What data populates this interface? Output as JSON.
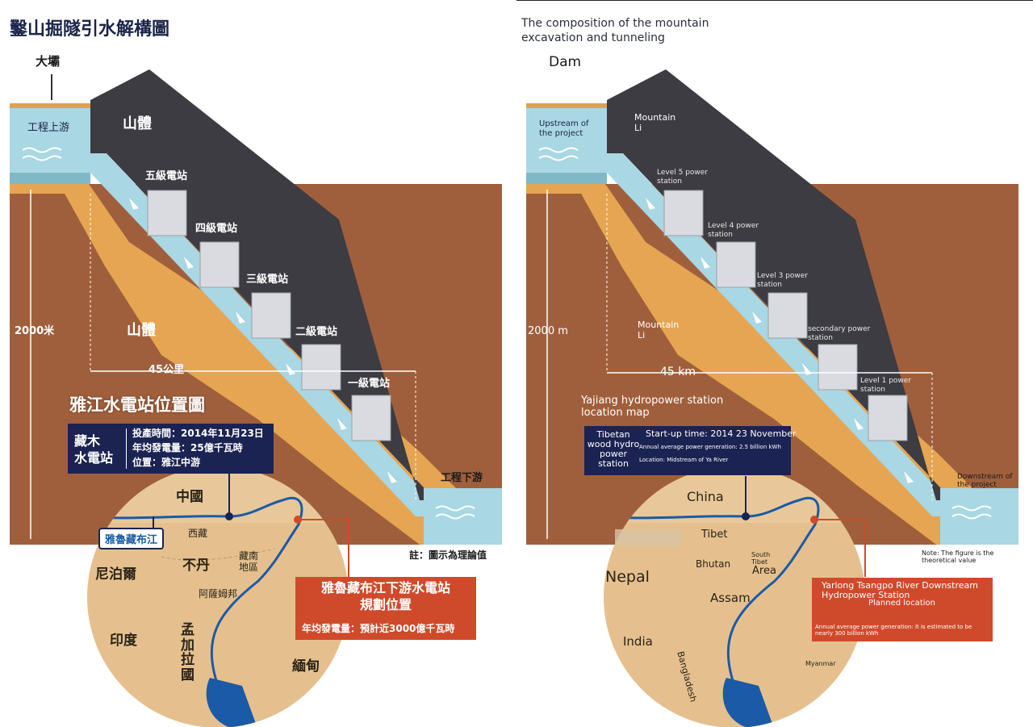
{
  "left": {
    "title": "鑿山掘隧引水解構圖",
    "dam": "大壩",
    "upstream": "工程上游",
    "mountain_top": "山體",
    "mountain_mid": "山體",
    "stations": [
      "五級電站",
      "四級電站",
      "三級電站",
      "二級電站",
      "一級電站"
    ],
    "height": "2000米",
    "distance": "45公里",
    "downstream": "工程下游",
    "map_title": "雅江水電站位置圖",
    "zangmu": {
      "name": "藏木\n水電站",
      "lines": [
        "投產時間：2014年11月23日",
        "年均發電量：25億千瓦時",
        "位置：雅江中游"
      ]
    },
    "note": "註：圖示為理論值",
    "map_labels": {
      "china": "中國",
      "river": "雅魯藏布江",
      "tibet": "西藏",
      "bhutan": "不丹",
      "south_tibet": "藏南\n地區",
      "nepal": "尼泊爾",
      "assam": "阿薩姆邦",
      "india": "印度",
      "bangladesh": "孟\n加\n拉\n國",
      "myanmar": "緬甸"
    },
    "downstream_station": {
      "name": "雅魯藏布江下游水電站\n規劃位置",
      "line": "年均發電量：預計近3000億千瓦時"
    }
  },
  "right": {
    "title": "The composition of the mountain excavation and tunneling",
    "dam": "Dam",
    "upstream": "Upstream of the project",
    "mountain_top": "Mountain Li",
    "mountain_mid": "Mountain Li",
    "stations": [
      "Level 5 power station",
      "Level 4 power station",
      "Level 3 power station",
      "secondary power station",
      "Level 1 power station"
    ],
    "height": "2000 m",
    "distance": "45 km",
    "downstream": "Downstream of the project",
    "map_title": "Yajiang hydropower station location map",
    "zangmu": {
      "name": "Tibetan wood hydro power station",
      "lines": [
        "Start-up time: 2014 23 November",
        "Annual average power generation: 2.5 billion kWh",
        "Location: Midstream of Ya River"
      ]
    },
    "note": "Note: The figure is the theoretical value",
    "map_labels": {
      "china": "China",
      "tibet": "Tibet",
      "bhutan": "Bhutan",
      "south_tibet": "South Tibet",
      "area": "Area",
      "nepal": "Nepal",
      "assam": "Assam",
      "india": "India",
      "bangladesh": "Bangladesh",
      "myanmar": "Myanmar"
    },
    "downstream_station": {
      "name": "Yarlong Tsangpo River Downstream Hydropower Station",
      "planned": "Planned location",
      "line": "Annual average power generation: It is estimated to be nearly 300 billion kWh"
    }
  },
  "colors": {
    "mountain": "#3c3c42",
    "soil": "#a05f3c",
    "sand": "#e6a552",
    "water": "#a9d7e3",
    "navy": "#1b2352",
    "red": "#cf4a2b",
    "map_land": "#e5c08e",
    "river": "#1b5aa6"
  }
}
